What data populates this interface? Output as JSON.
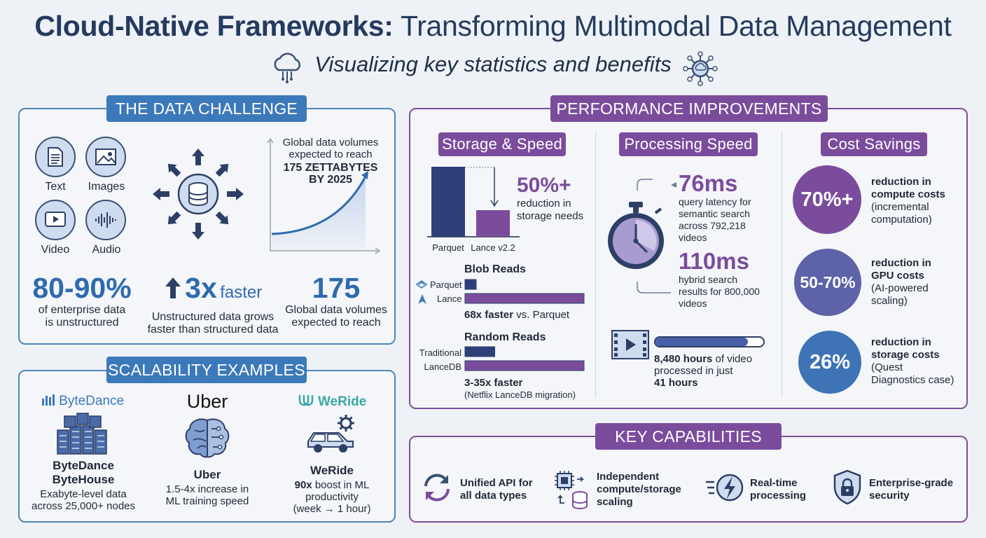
{
  "header": {
    "title_bold": "Cloud-Native Frameworks:",
    "title_rest": " Transforming Multimodal Data Management",
    "subtitle": "Visualizing key statistics and benefits"
  },
  "challenge": {
    "heading": "THE DATA CHALLENGE",
    "types": [
      "Text",
      "Images",
      "Video",
      "Audio"
    ],
    "growth_text": "Global data volumes expected to reach",
    "growth_bold_1": "175 ZETTABYTES",
    "growth_bold_2": "BY 2025",
    "stats": [
      {
        "value": "80-90%",
        "line1": "of enterprise data",
        "line2": "is unstructured"
      },
      {
        "value": "3x",
        "unit": "faster",
        "line1": "Unstructured data grows",
        "line2": "faster than structured data"
      },
      {
        "value": "175",
        "line1": "Global data volumes",
        "line2": "expected to reach"
      }
    ]
  },
  "scalability": {
    "heading": "SCALABILITY EXAMPLES",
    "companies": [
      {
        "logo": "ByteDance",
        "name1": "ByteDance",
        "name2": "ByteHouse",
        "desc1": "Exabyte-level data",
        "desc2": "across 25,000+ nodes"
      },
      {
        "logo": "Uber",
        "name1": "Uber",
        "desc1": "1.5-4x increase in",
        "desc2": "ML training speed"
      },
      {
        "logo": "WeRide",
        "name1": "WeRide",
        "desc_bold": "90x",
        "desc1": " boost in ML",
        "desc2": "productivity",
        "desc3": "(week → 1 hour)"
      }
    ]
  },
  "performance": {
    "heading": "PERFORMANCE IMPROVEMENTS",
    "storage": {
      "heading": "Storage & Speed",
      "bar_labels": [
        "Parquet",
        "Lance v2.2"
      ],
      "bar_values": [
        100,
        38
      ],
      "stat": "50%+",
      "stat_line1": "reduction in",
      "stat_line2": "storage needs",
      "blob_title": "Blob Reads",
      "blob_labels": [
        "Parquet",
        "Lance"
      ],
      "blob_values": [
        1,
        68
      ],
      "blob_caption_bold": "68x faster",
      "blob_caption_rest": " vs. Parquet",
      "random_title": "Random Reads",
      "random_labels": [
        "Traditional",
        "LanceDB"
      ],
      "random_values": [
        1,
        4
      ],
      "random_caption": "3-35x faster",
      "random_note": "(Netflix LanceDB migration)"
    },
    "processing": {
      "heading": "Processing Speed",
      "stat1": "76ms",
      "stat1_lines": [
        "query latency for",
        "semantic search",
        "across 792,218",
        "videos"
      ],
      "stat2": "110ms",
      "stat2_lines": [
        "hybrid search",
        "results for 800,000",
        "videos"
      ],
      "video_progress": 0.86,
      "video_line1_bold": "8,480 hours",
      "video_line1_rest": " of video",
      "video_line2": "processed in just",
      "video_line3": "41 hours"
    },
    "cost": {
      "heading": "Cost Savings",
      "items": [
        {
          "value": "70%+",
          "bold1": "reduction in",
          "bold2": "compute costs",
          "note1": "(incremental",
          "note2": "computation)",
          "color": "#7b4c9c"
        },
        {
          "value": "50-70%",
          "bold1": "reduction in",
          "bold2": "GPU costs",
          "note1": "(AI-powered",
          "note2": "scaling)",
          "color": "#5e62a8"
        },
        {
          "value": "26%",
          "bold1": "reduction in",
          "bold2": "storage costs",
          "note1": "(Quest",
          "note2": "Diagnostics case)",
          "color": "#3e73b6"
        }
      ]
    }
  },
  "capabilities": {
    "heading": "KEY CAPABILITIES",
    "items": [
      {
        "line1": "Unified API for",
        "line2": "all data types"
      },
      {
        "line1": "Independent",
        "line2": "compute/storage",
        "line3": "scaling"
      },
      {
        "line1": "Real-time",
        "line2": "processing"
      },
      {
        "line1": "Enterprise-grade",
        "line2": "security"
      }
    ]
  },
  "colors": {
    "blue": "#3c79ba",
    "purple": "#7b4c9c",
    "navy": "#2f3f7a"
  }
}
